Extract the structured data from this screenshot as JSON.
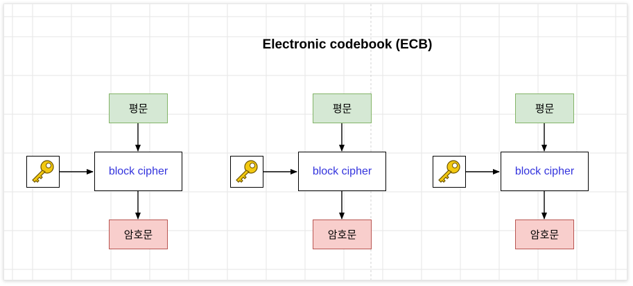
{
  "title": "Electronic codebook (ECB)",
  "blocks": [
    {
      "plaintext": "평문",
      "cipher_label": "block cipher",
      "ciphertext": "암호문",
      "key_icon": "key-icon"
    },
    {
      "plaintext": "평문",
      "cipher_label": "block cipher",
      "ciphertext": "암호문",
      "key_icon": "key-icon"
    },
    {
      "plaintext": "평문",
      "cipher_label": "block cipher",
      "ciphertext": "암호문",
      "key_icon": "key-icon"
    }
  ],
  "colors": {
    "plaintext_fill": "#d5e8d4",
    "plaintext_stroke": "#82b366",
    "ciphertext_fill": "#f8cecc",
    "ciphertext_stroke": "#b85450",
    "cipher_label_color": "#3333dd",
    "key_gold": "#f2c811",
    "grid_line": "#e5e5e5"
  }
}
